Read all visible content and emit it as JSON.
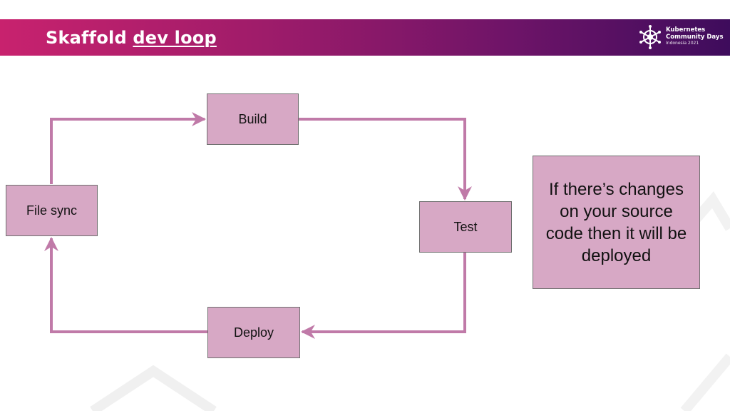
{
  "title": {
    "part1": "Skaffold",
    "part2": "dev loop"
  },
  "logo": {
    "line1": "Kubernetes",
    "line2": "Community Days",
    "line3": "Indonesia 2021",
    "icon": "helm-wheel-icon"
  },
  "nodes": {
    "build": "Build",
    "test": "Test",
    "deploy": "Deploy",
    "file_sync": "File sync"
  },
  "note": "If there’s changes on your source code then it will be deployed",
  "colors": {
    "header_start": "#c8226e",
    "header_end": "#3e0c5c",
    "box_fill": "#d7a8c5",
    "arrow": "#c07aa8",
    "box_border": "#6f6f6f"
  }
}
